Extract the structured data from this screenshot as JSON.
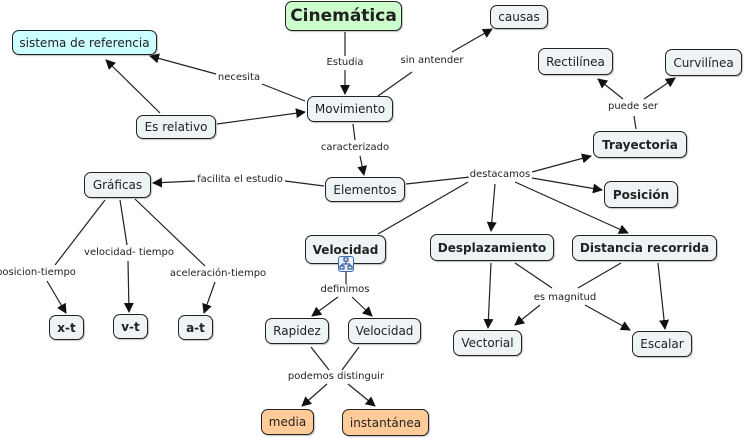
{
  "colors": {
    "node_default": "#eef3f6",
    "node_root": "#ccffcc",
    "node_cyan": "#ccffff",
    "node_orange": "#ffcc99",
    "line": "#222222"
  },
  "nodes": {
    "cinematica": {
      "label": "Cinemática",
      "color": "#ccffcc"
    },
    "causas": {
      "label": "causas"
    },
    "sistema": {
      "label": "sistema de referencia",
      "color": "#ccffff"
    },
    "movimiento": {
      "label": "Movimiento"
    },
    "es_relativo": {
      "label": "Es relativo"
    },
    "rectilinea": {
      "label": "Rectilínea"
    },
    "curvilinea": {
      "label": "Curvilínea"
    },
    "trayectoria": {
      "label": "Trayectoria"
    },
    "graficas": {
      "label": "Gráficas"
    },
    "elementos": {
      "label": "Elementos"
    },
    "posicion": {
      "label": "Posición"
    },
    "velocidad": {
      "label": "Velocidad"
    },
    "desplazamiento": {
      "label": "Desplazamiento"
    },
    "distancia": {
      "label": "Distancia recorrida"
    },
    "xt": {
      "label": "x-t"
    },
    "vt": {
      "label": "v-t"
    },
    "at": {
      "label": "a-t"
    },
    "rapidez": {
      "label": "Rapidez"
    },
    "velocidad2": {
      "label": "Velocidad"
    },
    "vectorial": {
      "label": "Vectorial"
    },
    "escalar": {
      "label": "Escalar"
    },
    "media": {
      "label": "media",
      "color": "#ffcc99"
    },
    "instantanea": {
      "label": "instantánea",
      "color": "#ffcc99"
    }
  },
  "links": {
    "estudia": "Estudia",
    "sin_antender": "sin antender",
    "necesita": "necesita",
    "puede_ser": "puede ser",
    "caracterizado": "caracterizado",
    "facilita": "facilita el estudio",
    "destacamos": "destacamos",
    "posicion_tiempo": "posicion-tiempo",
    "velocidad_tiempo": "velocidad- tiempo",
    "aceleracion_tiempo": "aceleración-tiempo",
    "definimos": "definimos",
    "es_magnitud": "es magnitud",
    "podemos": "podemos distinguir"
  },
  "icons": {
    "submap": "sub-concept-map-icon"
  }
}
